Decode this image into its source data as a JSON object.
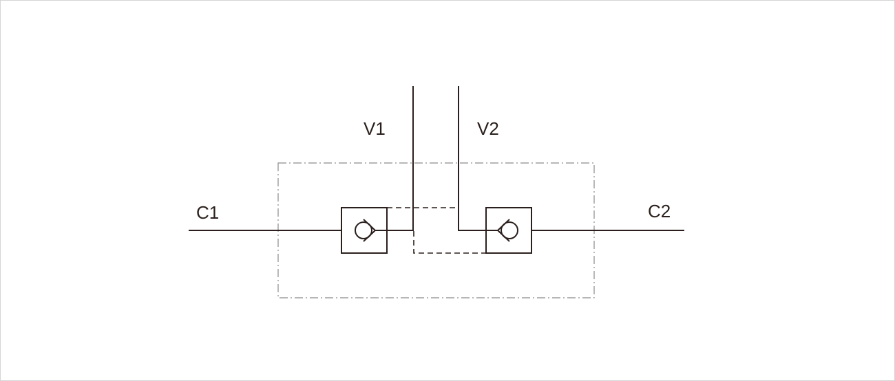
{
  "diagram": {
    "ports": {
      "c1": "C1",
      "c2": "C2",
      "v1": "V1",
      "v2": "V2"
    },
    "colors": {
      "line": "#2a1f1c",
      "enclosure": "#8a8a8a",
      "frame_border": "#d4d4d4",
      "background": "#ffffff"
    }
  }
}
